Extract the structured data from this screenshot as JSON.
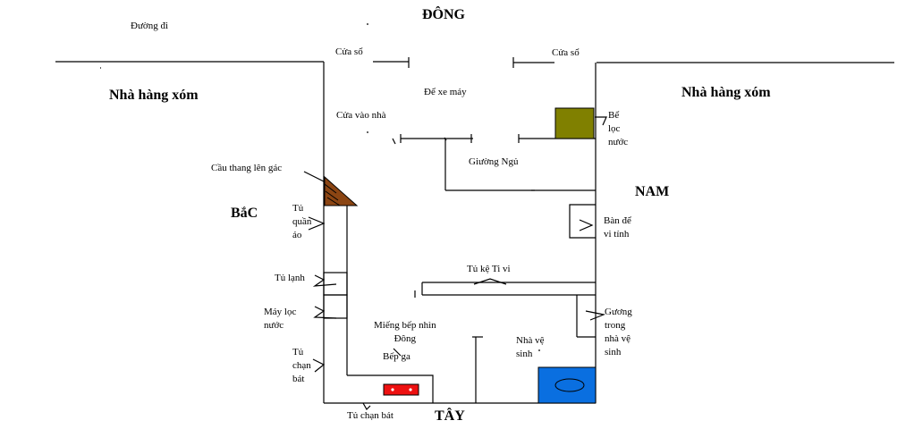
{
  "directions": {
    "east": "ĐÔNG",
    "west": "TÂY",
    "south": "NAM",
    "north": "BắC"
  },
  "outside": {
    "road": "Đường đi",
    "neighbor_left": "Nhà hàng xóm",
    "neighbor_right": "Nhà hàng xóm"
  },
  "rooms": {
    "window_left": "Cửa sổ",
    "window_right": "Cửa sổ",
    "motorbike_parking": "Để xe máy",
    "entrance": "Cửa vào nhà",
    "water_tank": [
      "Bể",
      "lọc",
      "nước"
    ],
    "bed": "Giường Ngủ",
    "stairs": "Cầu thang lên gác",
    "wardrobe": [
      "Tủ",
      "quần",
      "áo"
    ],
    "computer_desk": [
      "Bàn để",
      "vi tính"
    ],
    "tv_shelf": "Tủ kệ Ti vi",
    "fridge": "Tủ lạnh",
    "water_filter": [
      "Máy lọc",
      "nước"
    ],
    "kitchen_tile": [
      "Miếng bếp nhìn",
      "Đông"
    ],
    "mirror": [
      "Gương",
      "trong",
      "nhà vệ",
      "sinh"
    ],
    "toilet": [
      "Nhà vệ",
      "sinh"
    ],
    "dish_cabinet_left": [
      "Tủ",
      "chạn",
      "bát"
    ],
    "gas_stove": "Bếp ga",
    "dish_cabinet_bottom": "Tủ chạn bát"
  },
  "colors": {
    "line": "#000000",
    "water_tank_fill": "#808000",
    "stairs_fill": "#8b4513",
    "stove_fill": "#ee1111",
    "toilet_fill": "#0a6fe0"
  }
}
